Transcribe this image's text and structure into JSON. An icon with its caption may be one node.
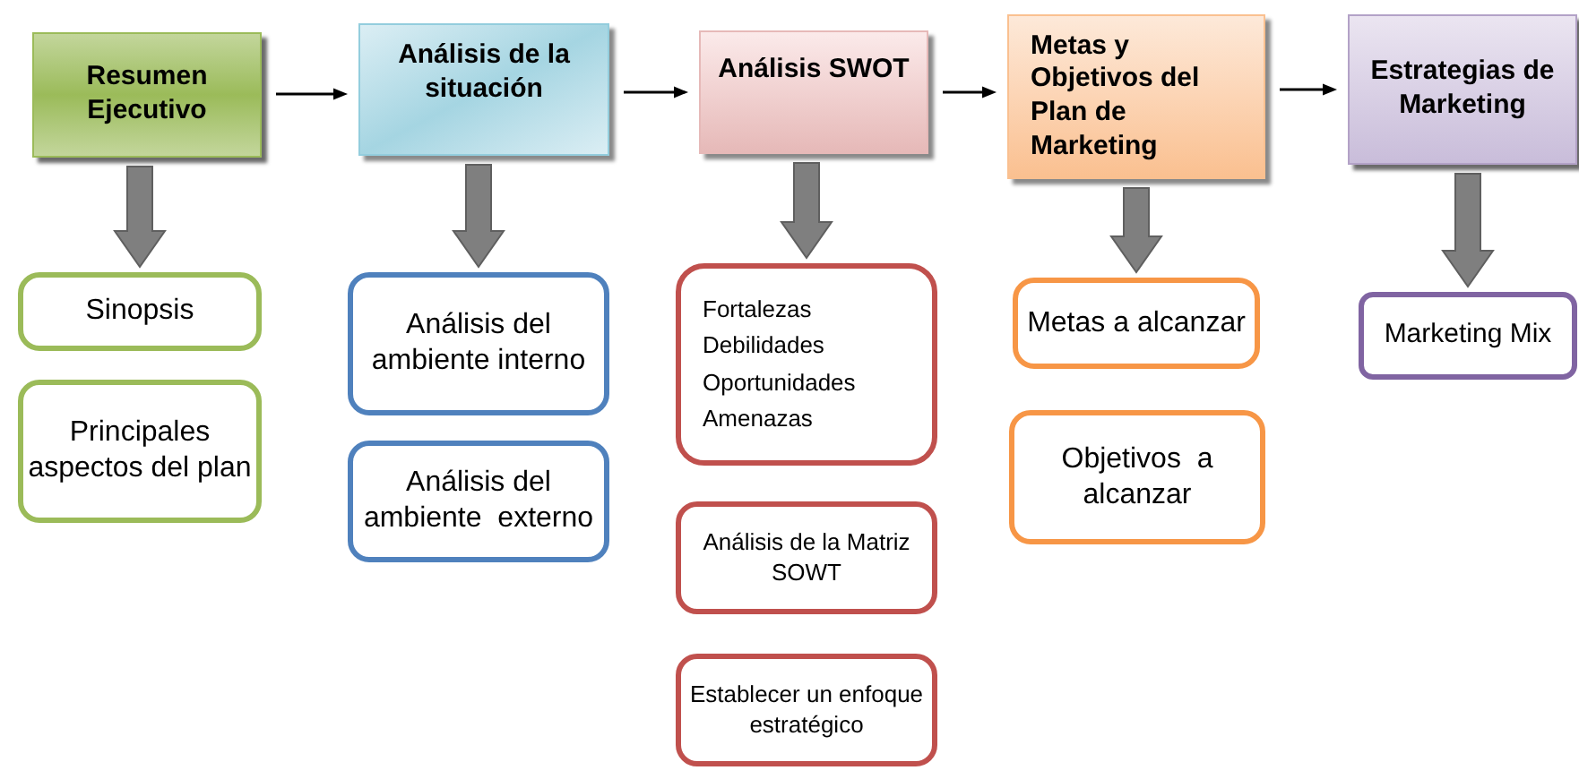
{
  "diagram": {
    "nodes": [
      {
        "text": [
          "Resumen Ejecutivo"
        ]
      },
      {
        "text": [
          "Análisis de la situación"
        ]
      },
      {
        "text": [
          "Análisis SWOT"
        ]
      },
      {
        "text": [
          "Metas y Objetivos del Plan de Marketing"
        ]
      },
      {
        "text": [
          "Estrategias de Marketing"
        ]
      },
      {
        "text": [
          "Sinopsis"
        ]
      },
      {
        "text": [
          "Principales aspectos del plan"
        ]
      },
      {
        "text": [
          "Análisis del ambiente interno"
        ]
      },
      {
        "text": [
          "Análisis del ambiente  externo"
        ]
      },
      {
        "text": [
          "Fortalezas",
          "Debilidades",
          "Oportunidades",
          "Amenazas"
        ]
      },
      {
        "text": [
          "Análisis de la Matriz SOWT"
        ]
      },
      {
        "text": [
          "Establecer un enfoque estratégico"
        ]
      },
      {
        "text": [
          "Metas a alcanzar"
        ]
      },
      {
        "text": [
          "Objetivos  a alcanzar"
        ]
      },
      {
        "text": [
          "Marketing Mix"
        ]
      }
    ],
    "edges": [
      {
        "from": 0,
        "to": 1,
        "arrow": "to",
        "color": "#000000"
      },
      {
        "from": 1,
        "to": 2,
        "arrow": "to",
        "color": "#000000"
      },
      {
        "from": 2,
        "to": 3,
        "arrow": "to",
        "color": "#000000"
      },
      {
        "from": 3,
        "to": 4,
        "arrow": "to",
        "color": "#000000"
      },
      {
        "from": 0,
        "to": 5,
        "arrow": "to",
        "style": "thick"
      },
      {
        "from": 1,
        "to": 7,
        "arrow": "to",
        "style": "thick"
      },
      {
        "from": 2,
        "to": 9,
        "arrow": "to",
        "style": "thick"
      },
      {
        "from": 3,
        "to": 12,
        "arrow": "to",
        "style": "thick"
      },
      {
        "from": 4,
        "to": 14,
        "arrow": "to",
        "style": "thick"
      }
    ]
  }
}
